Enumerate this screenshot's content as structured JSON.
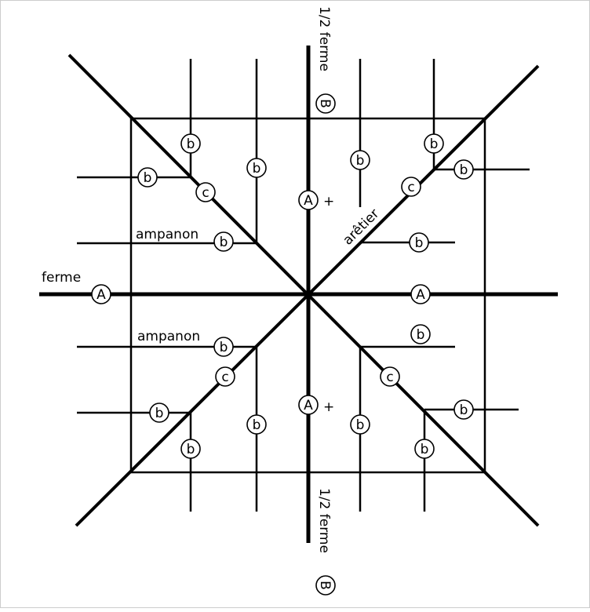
{
  "colors": {
    "line": "#000000",
    "frame": "#cccccc",
    "background": "#ffffff"
  },
  "labels": {
    "ferme": "ferme",
    "ampanon_top": "ampanon",
    "ampanon_bottom": "ampanon",
    "aretier": "arêtier",
    "half_ferme_top": "1/2 ferme",
    "half_ferme_bottom": "1/2 ferme",
    "plus_top": "+",
    "plus_bottom": "+"
  },
  "markers": {
    "A": "A",
    "B": "B",
    "b": "b",
    "c": "c"
  }
}
